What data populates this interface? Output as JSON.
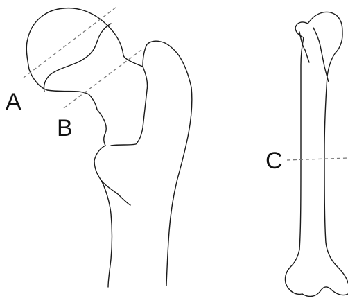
{
  "labels": {
    "a": "A",
    "b": "B",
    "c": "C"
  },
  "colors": {
    "outline": "#1a1a1a",
    "section_line": "#7a7a7a",
    "background": "#ffffff"
  }
}
